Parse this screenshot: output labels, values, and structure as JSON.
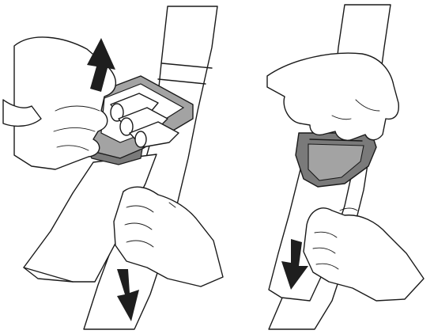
{
  "panels": [
    {
      "step": "left",
      "arrows": [
        "up",
        "down"
      ]
    },
    {
      "step": "right",
      "arrows": [
        "down"
      ]
    }
  ],
  "colors": {
    "outline": "#1a1a1a",
    "buckle_gray": "#a3a3a3",
    "buckle_dark": "#7a7a7a",
    "arrow": "#1e1e1e",
    "background": "#ffffff"
  },
  "icons": [
    "strap",
    "ratchet-buckle",
    "hand",
    "arrow-up",
    "arrow-down"
  ]
}
